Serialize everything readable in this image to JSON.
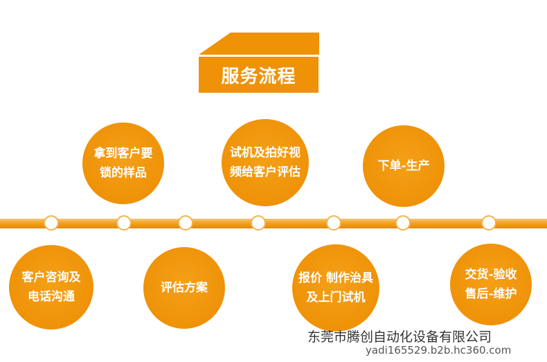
{
  "header": {
    "title": "服务流程"
  },
  "steps_top": [
    {
      "line1": "拿到客户要",
      "line2": "锁的样品"
    },
    {
      "line1": "试机及拍好视",
      "line2": "频给客户评估"
    },
    {
      "line1": "下单-生产",
      "line2": ""
    }
  ],
  "steps_bottom": [
    {
      "line1": "客户咨询及",
      "line2": "电话沟通"
    },
    {
      "line1": "评估方案",
      "line2": ""
    },
    {
      "line1": "报价 制作治具",
      "line2": "及上门试机"
    },
    {
      "line1": "交货-验收",
      "line2": "售后-维护"
    }
  ],
  "footer": {
    "company": "东莞市腾创自动化设备有限公司",
    "watermark": "yadi165529.b2b.hc360.com"
  },
  "colors": {
    "accent": "#ef9208",
    "line": "#f2a21f"
  }
}
